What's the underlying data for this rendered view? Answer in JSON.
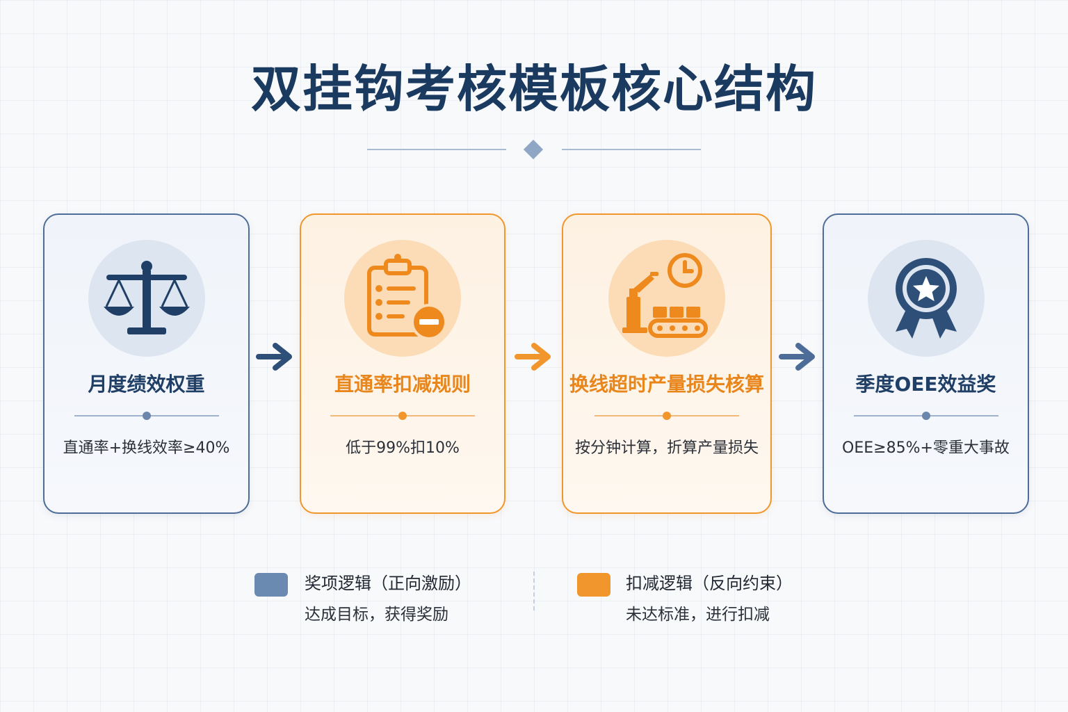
{
  "title": "双挂钩考核模板核心结构",
  "colors": {
    "blue": "#4d6d98",
    "navy": "#1f3f66",
    "orange": "#f0962c"
  },
  "cards": [
    {
      "icon": "scale-icon",
      "title": "月度绩效权重",
      "desc": "直通率+换线效率≥40%",
      "theme": "blue"
    },
    {
      "icon": "clipboard-minus-icon",
      "title": "直通率扣减规则",
      "desc": "低于99%扣10%",
      "theme": "orange"
    },
    {
      "icon": "factory-clock-icon",
      "title": "换线超时产量损失核算",
      "desc": "按分钟计算，折算产量损失",
      "theme": "orange"
    },
    {
      "icon": "award-medal-icon",
      "title": "季度OEE效益奖",
      "desc": "OEE≥85%+零重大事故",
      "theme": "blue"
    }
  ],
  "legend": [
    {
      "title": "奖项逻辑（正向激励）",
      "desc": "达成目标，获得奖励",
      "color": "#6a8ab2"
    },
    {
      "title": "扣减逻辑（反向约束）",
      "desc": "未达标准，进行扣减",
      "color": "#f0962c"
    }
  ]
}
